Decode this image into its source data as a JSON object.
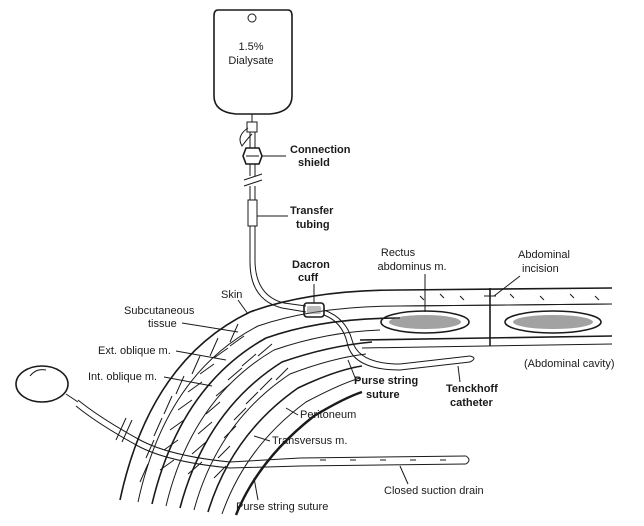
{
  "bag": {
    "line1": "1.5%",
    "line2": "Dialysate"
  },
  "labels": {
    "connection_shield": [
      "Connection",
      "shield"
    ],
    "transfer_tubing": [
      "Transfer",
      "tubing"
    ],
    "dacron_cuff": [
      "Dacron",
      "cuff"
    ],
    "rectus": [
      "Rectus",
      "abdominus m."
    ],
    "abdominal_incision": [
      "Abdominal",
      "incision"
    ],
    "skin": "Skin",
    "subcutaneous": [
      "Subcutaneous",
      "tissue"
    ],
    "ext_oblique": "Ext. oblique m.",
    "int_oblique": "Int. oblique m.",
    "abdominal_cavity": "(Abdominal cavity)",
    "purse_string_suture_bold": [
      "Purse string",
      "suture"
    ],
    "tenckhoff": [
      "Tenckhoff",
      "catheter"
    ],
    "peritoneum": "Peritoneum",
    "transversus": "Transversus m.",
    "closed_suction_drain": "Closed suction drain",
    "purse_string_suture": "Purse string suture"
  }
}
